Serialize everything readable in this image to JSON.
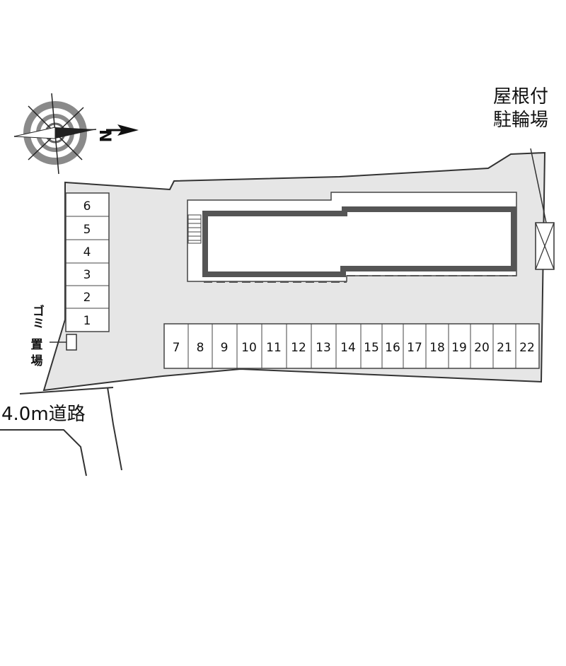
{
  "map": {
    "compass": {
      "north_label": "N"
    },
    "labels": {
      "covered_bike_parking_line1": "屋根付",
      "covered_bike_parking_line2": "駐輪場",
      "garbage_line1": "ゴミ",
      "garbage_line2": "置",
      "garbage_line3": "場",
      "road": "4.0m道路"
    },
    "parking_left": [
      "6",
      "5",
      "4",
      "3",
      "2",
      "1"
    ],
    "parking_bottom": [
      "7",
      "8",
      "9",
      "10",
      "11",
      "12",
      "13",
      "14",
      "15",
      "16",
      "17",
      "18",
      "19",
      "20",
      "21",
      "22"
    ],
    "colors": {
      "site_fill": "#e6e6e6",
      "outline": "#333333",
      "building_wall": "#555555",
      "compass_ring": "#8a8a8a"
    }
  }
}
